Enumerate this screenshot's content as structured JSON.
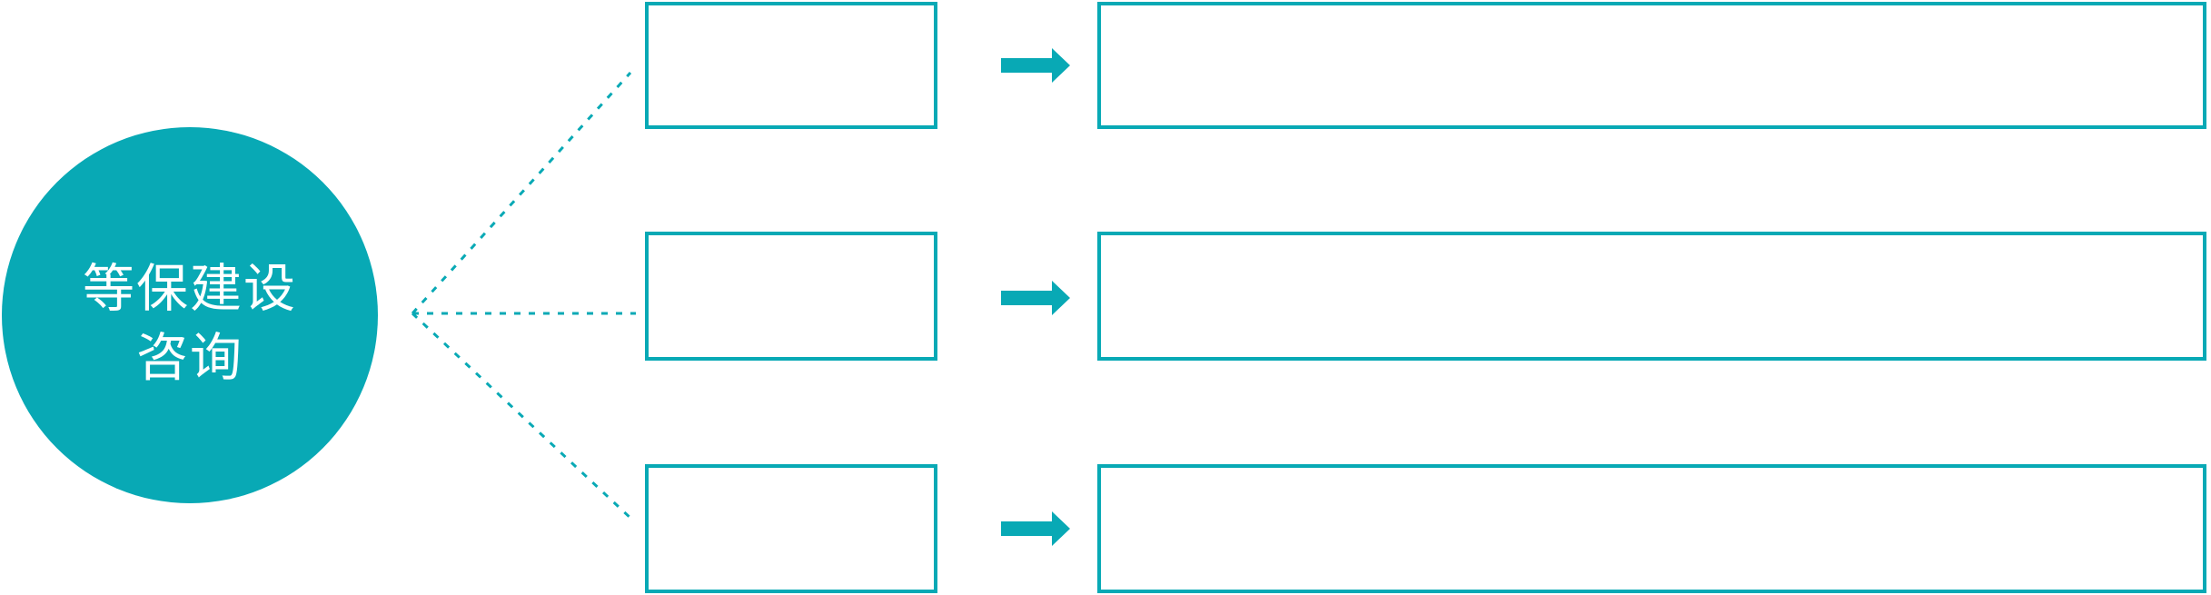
{
  "diagram": {
    "type": "radial-flow-diagram",
    "accent_color": "#08a9b5",
    "background_color": "#ffffff",
    "hub": {
      "label_line1": "等保建设",
      "label_line2": "咨询",
      "text_color": "#ffffff",
      "shape": "circle"
    },
    "connectors": {
      "style": "dotted",
      "count": 3
    },
    "icons": {
      "arrow_right": "➡"
    },
    "rows": [
      {
        "small_box_label": "",
        "large_box_label": ""
      },
      {
        "small_box_label": "",
        "large_box_label": ""
      },
      {
        "small_box_label": "",
        "large_box_label": ""
      }
    ]
  }
}
